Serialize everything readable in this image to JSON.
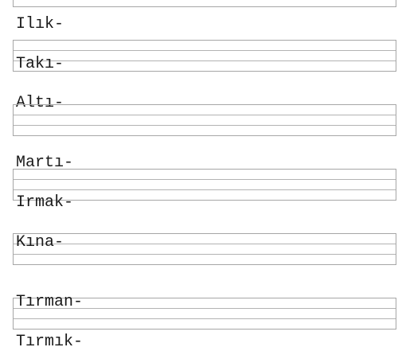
{
  "worksheet": {
    "words": [
      "Ilık-",
      "Takı-",
      "Altı-",
      "Martı-",
      "Irmak-",
      "Kına-",
      "Tırman-",
      "Tırmık-"
    ]
  }
}
